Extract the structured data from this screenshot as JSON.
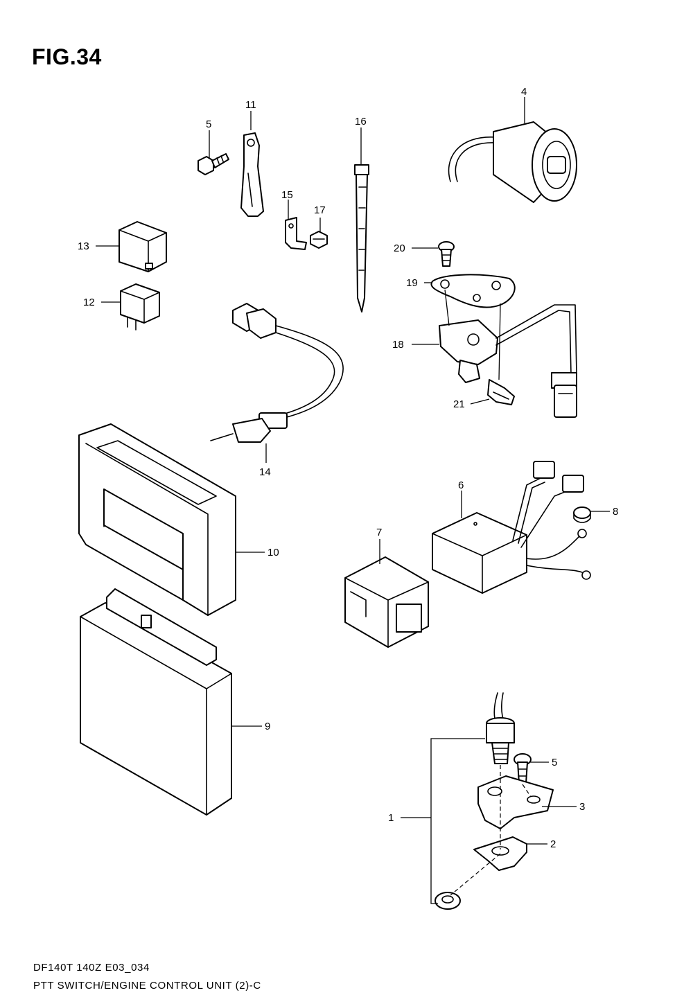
{
  "figure": {
    "title": "FIG.34",
    "model_code": "DF140T 140Z E03_034",
    "caption": "PTT SWITCH/ENGINE CONTROL UNIT (2)-C"
  },
  "callouts": {
    "c1": "1",
    "c2": "2",
    "c3": "3",
    "c4": "4",
    "c5a": "5",
    "c5b": "5",
    "c6": "6",
    "c7": "7",
    "c8": "8",
    "c9": "9",
    "c10": "10",
    "c11": "11",
    "c12": "12",
    "c13": "13",
    "c14": "14",
    "c15": "15",
    "c16": "16",
    "c17": "17",
    "c18": "18",
    "c19": "19",
    "c20": "20",
    "c21": "21"
  }
}
